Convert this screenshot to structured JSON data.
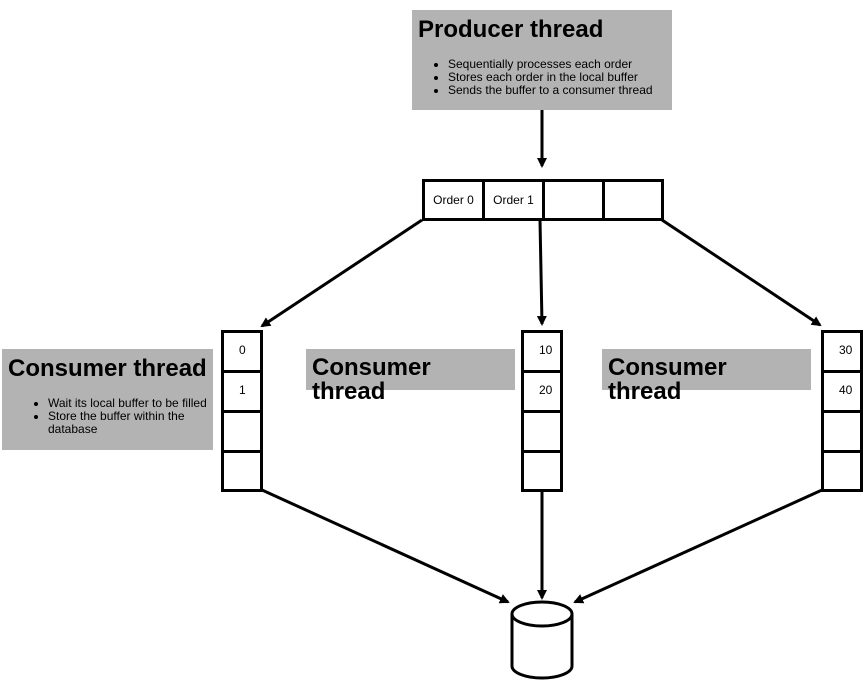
{
  "producer": {
    "title": "Producer thread",
    "bullets": [
      "Sequentially processes each order",
      "Stores each order in the local buffer",
      "Sends the buffer to a consumer thread"
    ]
  },
  "producer_buffer": [
    "Order 0",
    "Order 1",
    "",
    ""
  ],
  "consumers": [
    {
      "title": "Consumer thread",
      "bullets": [
        "Wait its local buffer to be filled",
        "Store the buffer within the database"
      ],
      "buffer": [
        "0",
        "1",
        "",
        ""
      ]
    },
    {
      "title": "Consumer thread",
      "buffer": [
        "10",
        "20",
        "",
        ""
      ]
    },
    {
      "title": "Consumer thread",
      "buffer": [
        "30",
        "40",
        "",
        ""
      ]
    }
  ]
}
